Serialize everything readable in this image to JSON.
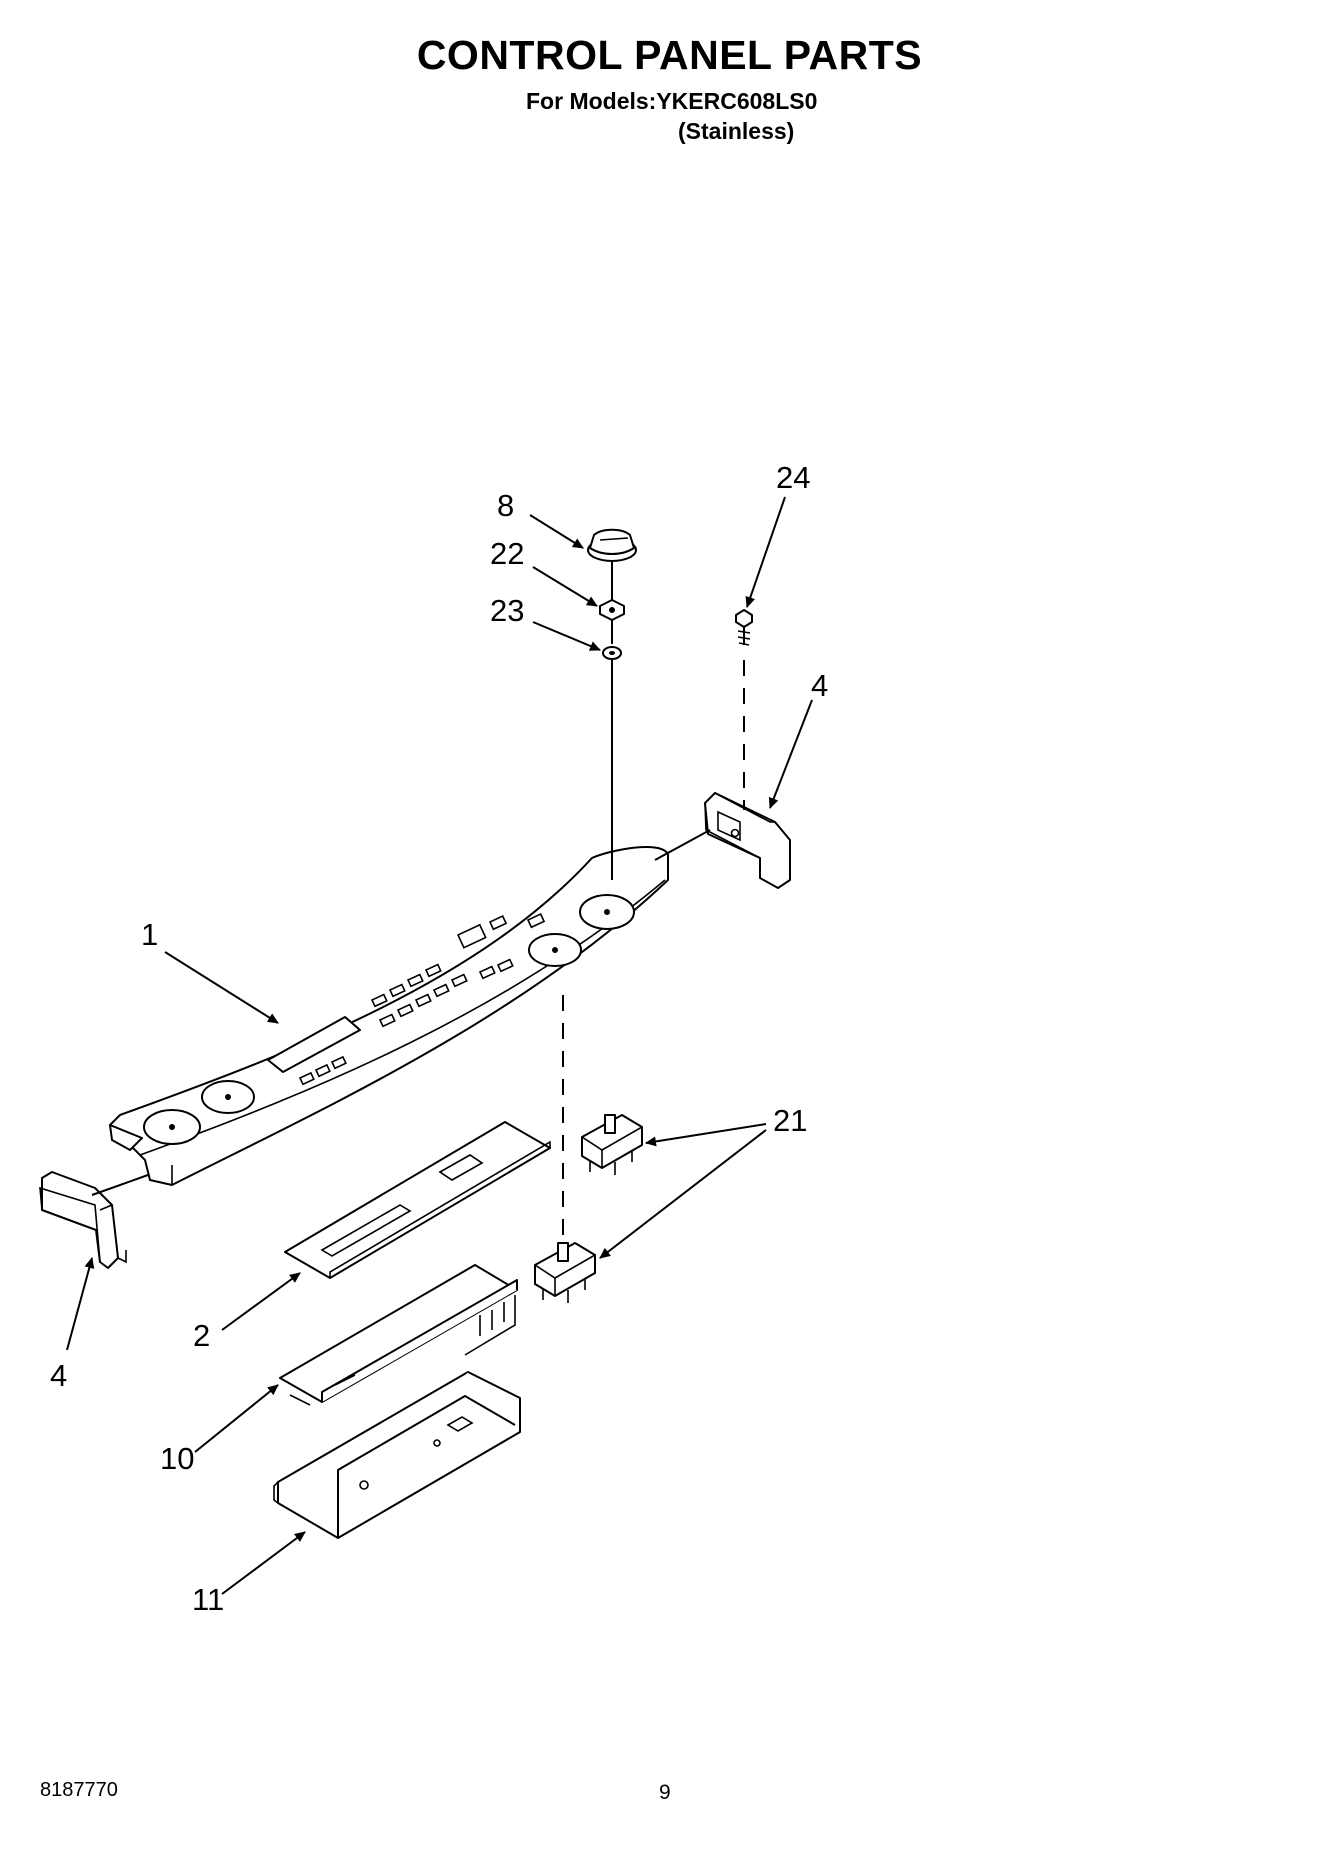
{
  "header": {
    "title": "CONTROL PANEL PARTS",
    "models_line": "For Models:YKERC608LS0",
    "variant": "(Stainless)"
  },
  "footer": {
    "doc_number": "8187770",
    "page_number": "9"
  },
  "callouts": {
    "c1": "1",
    "c2": "2",
    "c4_left": "4",
    "c4_right": "4",
    "c8": "8",
    "c10": "10",
    "c11": "11",
    "c21": "21",
    "c22": "22",
    "c23": "23",
    "c24": "24"
  }
}
